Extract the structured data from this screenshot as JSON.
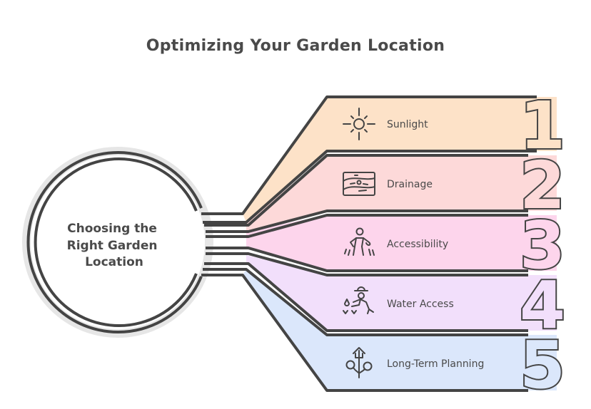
{
  "title": "Optimizing Your Garden Location",
  "hub": {
    "lines": [
      "Choosing the",
      "Right Garden",
      "Location"
    ]
  },
  "colors": {
    "outline": "#444444",
    "text": "#4a4a4a",
    "hub_shadow": "#e6e6e6"
  },
  "steps": [
    {
      "number": "1",
      "label": "Sunlight",
      "icon": "sun-icon",
      "color": "#fde2c8"
    },
    {
      "number": "2",
      "label": "Drainage",
      "icon": "drainage-landscape-icon",
      "color": "#fdd9d9"
    },
    {
      "number": "3",
      "label": "Accessibility",
      "icon": "walking-person-icon",
      "color": "#fdd5ec"
    },
    {
      "number": "4",
      "label": "Water Access",
      "icon": "gardener-watering-icon",
      "color": "#f2dffb"
    },
    {
      "number": "5",
      "label": "Long-Term Planning",
      "icon": "growing-plant-house-icon",
      "color": "#dbe7fb"
    }
  ]
}
